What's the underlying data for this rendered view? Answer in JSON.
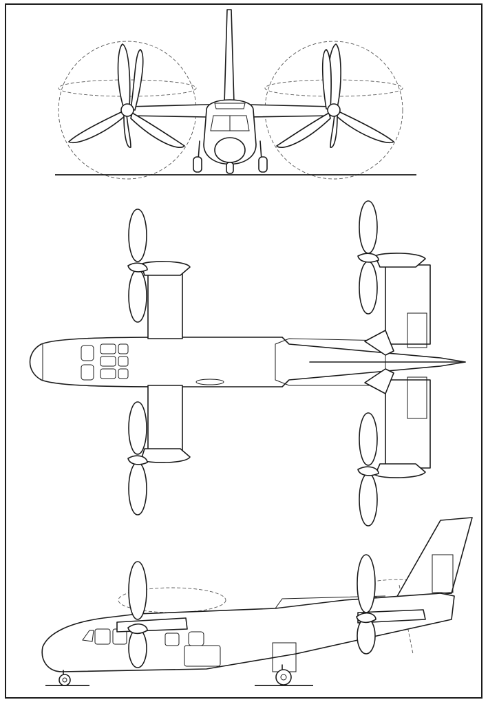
{
  "drawing": {
    "kind": "three-view line drawing",
    "views": [
      "front-view",
      "top-view",
      "side-view"
    ],
    "colors": {
      "ink": "#1a1a1a",
      "paper": "#ffffff"
    },
    "texts": []
  }
}
